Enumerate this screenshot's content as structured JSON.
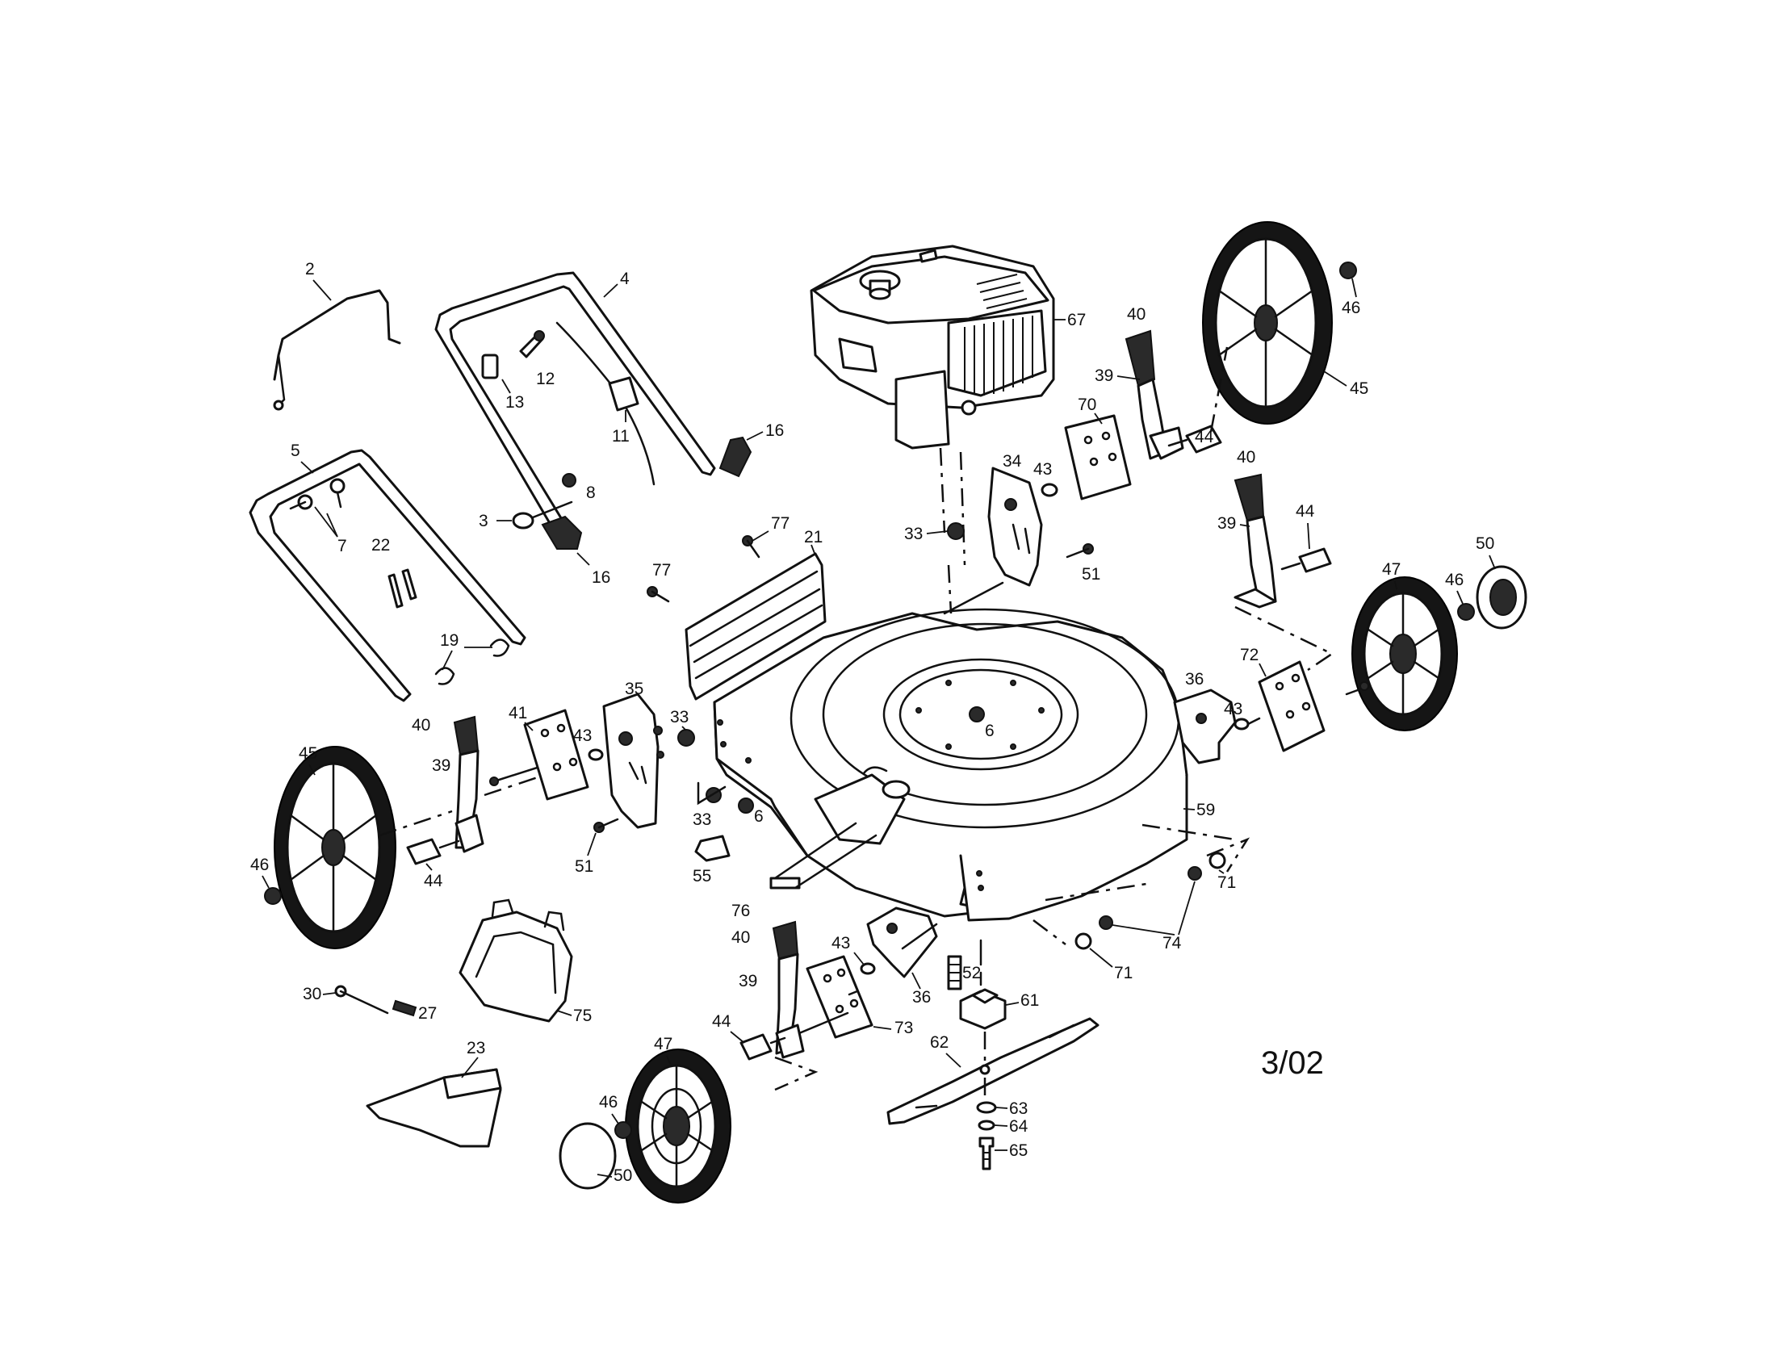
{
  "diagram": {
    "date_code": "3/02",
    "part_numbers": {
      "handle_bail": "2",
      "upper_handle": "4",
      "lower_handle": "5",
      "handle_knob": "3",
      "knob_bolts": "7",
      "hex_nut": "8",
      "cable_tie": "11",
      "handle_bolt": "12",
      "handle_clip": "13",
      "handle_lock_upper": "16",
      "handle_lock_lower": "16",
      "handle_pins": "22",
      "hairpin_clips": "19",
      "rear_baffle": "21",
      "screw_upper": "77",
      "screw_lower": "77",
      "engine": "67",
      "height_lever_rear_right": "40",
      "lever_spring_rear_right": "39",
      "bracket_plate_rear_right": "70",
      "axle_bolt_rear_right": "44",
      "wheel_rear_right": "45",
      "wheel_nut_rear_right": "46",
      "adjuster_plate_rear_right": "34",
      "washer_rear_right": "43",
      "nut_rear_right": "33",
      "bolt_rear_right": "51",
      "height_lever_front_right": "40",
      "lever_spring_front_right": "39",
      "axle_bolt_front_right": "44",
      "hubcap_front_right": "50",
      "wheel_nut_front_right": "46",
      "wheel_front_right": "47",
      "bracket_plate_front_right": "72",
      "adjuster_plate_front_right": "36",
      "washer_front_right": "43",
      "height_lever_rear_left": "40",
      "lever_spring_rear_left": "39",
      "wheel_rear_left": "45",
      "wheel_nut_rear_left": "46",
      "axle_bolt_rear_left": "44",
      "bracket_plate_rear_left": "41",
      "washer_rear_left": "43",
      "adjuster_plate_rear_left": "35",
      "nut_rear_left": "33",
      "nut_deck_left": "33",
      "nut_deck_center": "6",
      "nut_deck_front": "6",
      "bolt_rear_left": "51",
      "warning_label_small": "55",
      "warning_label": "76",
      "deck": "59",
      "grass_bag_frame": "75",
      "rod": "30",
      "spring": "27",
      "mulch_door": "23",
      "height_lever_front_left": "40",
      "lever_spring_front_left": "39",
      "washer_front_left": "43",
      "adjuster_plate_front_left": "36",
      "bracket_plate_front_left": "73",
      "axle_bolt_front_left": "44",
      "wheel_front_left": "47",
      "wheel_nut_front_left": "46",
      "hubcap_front_left": "50",
      "blade_bolt_upper": "52",
      "blade_adapter": "61",
      "blade": "62",
      "blade_washer": "63",
      "lock_washer": "64",
      "blade_bolt": "65",
      "wheel_washer_a": "71",
      "wheel_washer_b": "71",
      "wheel_nut_pair": "74"
    }
  }
}
